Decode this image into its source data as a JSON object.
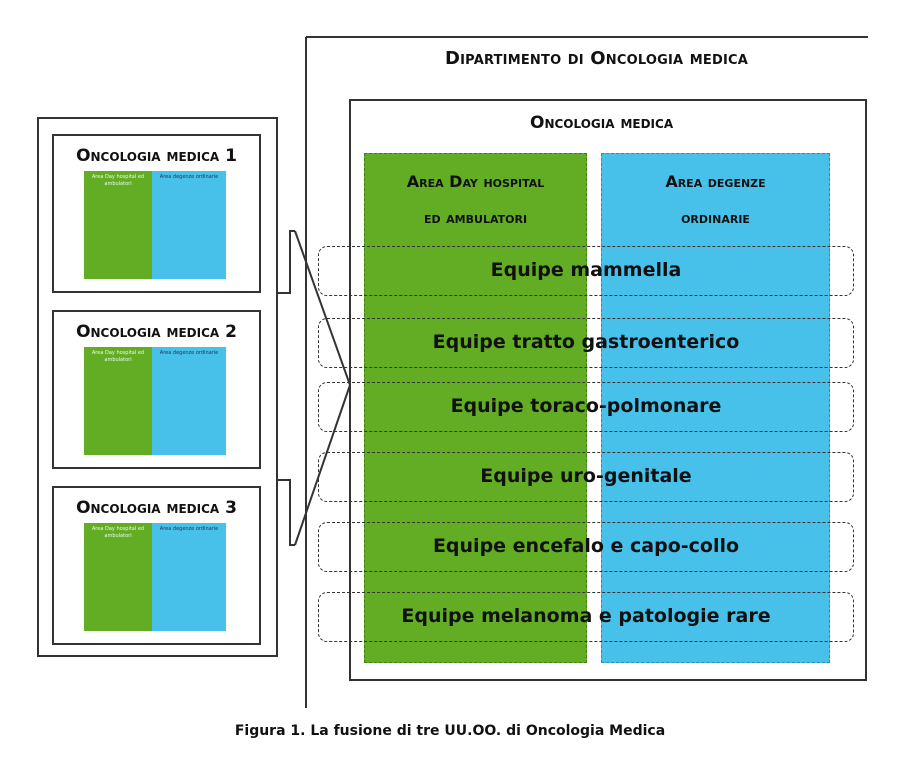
{
  "department": {
    "title": "Dipartimento di Oncologia medica"
  },
  "merged_unit": {
    "title": "Oncologia medica",
    "areas": [
      {
        "label_line1": "Area Day hospital",
        "label_line2": "ed ambulatori",
        "color": "#63ad25"
      },
      {
        "label_line1": "Area degenze",
        "label_line2": "ordinarie",
        "color": "#47c0ea"
      }
    ],
    "equipes": [
      "Equipe mammella",
      "Equipe tratto gastroenterico",
      "Equipe toraco-polmonare",
      "Equipe uro-genitale",
      "Equipe encefalo e capo-collo",
      "Equipe melanoma e patologie rare"
    ]
  },
  "source_units": [
    {
      "title": "Oncologia medica 1",
      "area_green": "Area Day hospital ed ambulatori",
      "area_blue": "Area degenze ordinarie"
    },
    {
      "title": "Oncologia medica 2",
      "area_green": "Area Day hospital ed ambulatori",
      "area_blue": "Area degenze ordinarie"
    },
    {
      "title": "Oncologia medica 3",
      "area_green": "Area Day hospital ed ambulatori",
      "area_blue": "Area degenze ordinarie"
    }
  ],
  "caption": "Figura 1. La fusione di tre UU.OO. di Oncologia Medica"
}
